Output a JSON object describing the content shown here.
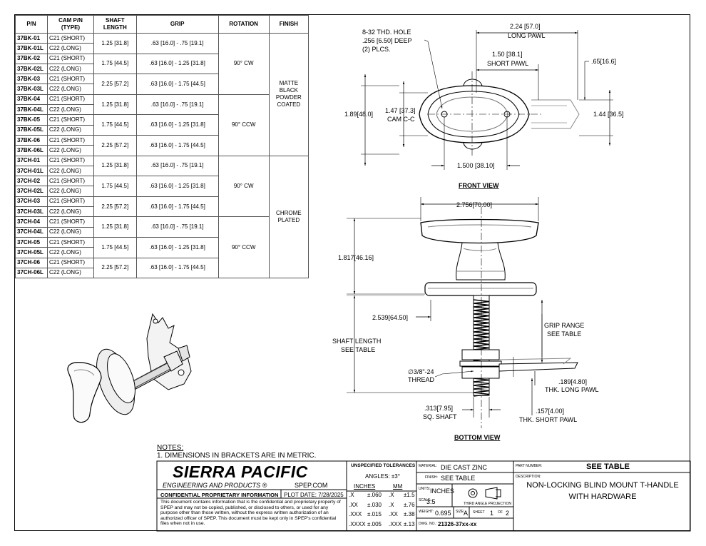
{
  "table": {
    "headers": [
      "P/N",
      "CAM P/N (TYPE)",
      "SHAFT LENGTH",
      "GRIP",
      "ROTATION",
      "FINISH"
    ],
    "rows": [
      [
        "37BK-01",
        "C21 (SHORT)"
      ],
      [
        "37BK-01L",
        "C22 (LONG)"
      ],
      [
        "37BK-02",
        "C21 (SHORT)"
      ],
      [
        "37BK-02L",
        "C22 (LONG)"
      ],
      [
        "37BK-03",
        "C21 (SHORT)"
      ],
      [
        "37BK-03L",
        "C22 (LONG)"
      ],
      [
        "37BK-04",
        "C21 (SHORT)"
      ],
      [
        "37BK-04L",
        "C22 (LONG)"
      ],
      [
        "37BK-05",
        "C21 (SHORT)"
      ],
      [
        "37BK-05L",
        "C22 (LONG)"
      ],
      [
        "37BK-06",
        "C21 (SHORT)"
      ],
      [
        "37BK-06L",
        "C22 (LONG)"
      ],
      [
        "37CH-01",
        "C21 (SHORT)"
      ],
      [
        "37CH-01L",
        "C22 (LONG)"
      ],
      [
        "37CH-02",
        "C21 (SHORT)"
      ],
      [
        "37CH-02L",
        "C22 (LONG)"
      ],
      [
        "37CH-03",
        "C21 (SHORT)"
      ],
      [
        "37CH-03L",
        "C22 (LONG)"
      ],
      [
        "37CH-04",
        "C21 (SHORT)"
      ],
      [
        "37CH-04L",
        "C22 (LONG)"
      ],
      [
        "37CH-05",
        "C21 (SHORT)"
      ],
      [
        "37CH-05L",
        "C22 (LONG)"
      ],
      [
        "37CH-06",
        "C21 (SHORT)"
      ],
      [
        "37CH-06L",
        "C22 (LONG)"
      ]
    ],
    "shaft": [
      "1.25 [31.8]",
      "1.75 [44.5]",
      "2.25 [57.2]",
      "1.25 [31.8]",
      "1.75 [44.5]",
      "2.25 [57.2]",
      "1.25 [31.8]",
      "1.75 [44.5]",
      "2.25 [57.2]",
      "1.25 [31.8]",
      "1.75 [44.5]",
      "2.25 [57.2]"
    ],
    "grip": [
      ".63 [16.0] - .75 [19.1]",
      ".63 [16.0] - 1.25 [31.8]",
      ".63 [16.0] - 1.75 [44.5]",
      ".63 [16.0] - .75 [19.1]",
      ".63 [16.0] - 1.25 [31.8]",
      ".63 [16.0] - 1.75 [44.5]",
      ".63 [16.0] - .75 [19.1]",
      ".63 [16.0] - 1.25 [31.8]",
      ".63 [16.0] - 1.75 [44.5]",
      ".63 [16.0] - .75 [19.1]",
      ".63 [16.0] - 1.25 [31.8]",
      ".63 [16.0] - 1.75 [44.5]"
    ],
    "rotation": [
      "90° CW",
      "90° CCW",
      "90° CW",
      "90° CCW"
    ],
    "finish": [
      [
        "MATTE BLACK",
        "POWDER",
        "COATED"
      ],
      [
        "CHROME",
        "PLATED"
      ]
    ]
  },
  "front_view": {
    "title": "FRONT VIEW",
    "hole_note": [
      "8-32 THD. HOLE",
      ".256 [6.50] DEEP",
      "(2) PLCS."
    ],
    "long_pawl_a": "2.24",
    "long_pawl_b": "[57.0]",
    "long_pawl_label": "LONG PAWL",
    "short_pawl_a": "1.50",
    "short_pawl_b": "[38.1]",
    "short_pawl_label": "SHORT PAWL",
    "pawl_thk": ".65",
    "pawl_thk_mm": "[16.6]",
    "height_a": "1.89",
    "height_b": "[48.0]",
    "cam_a": "1.47",
    "cam_b": "[37.3]",
    "cam_label": "CAM C-C",
    "right_a": "1.44",
    "right_b": "[36.5]",
    "bottom_a": "1.500",
    "bottom_b": "[38.10]"
  },
  "bottom_view": {
    "title": "BOTTOM VIEW",
    "width_a": "2.756",
    "width_b": "[70.00]",
    "height_a": "1.817",
    "height_b": "[46.16]",
    "shaft_a": "2.539",
    "shaft_b": "[64.50]",
    "shaft_length": [
      "SHAFT LENGTH",
      "SEE TABLE"
    ],
    "grip_range": [
      "GRIP RANGE",
      "SEE TABLE"
    ],
    "thread": [
      "∅3/8\"-24",
      "THREAD"
    ],
    "long_thk_a": ".189",
    "long_thk_b": "[4.80]",
    "long_thk_label": "THK. LONG PAWL",
    "sq_a": ".313",
    "sq_b": "[7.95]",
    "sq_label": "SQ. SHAFT",
    "short_thk_a": ".157",
    "short_thk_b": "[4.00]",
    "short_thk_label": "THK. SHORT PAWL"
  },
  "notes": {
    "title": "NOTES:",
    "items": [
      "1.   DIMENSIONS IN BRACKETS ARE IN METRIC."
    ]
  },
  "title_block": {
    "company": "SIERRA PACIFIC",
    "subtitle": "ENGINEERING AND PRODUCTS",
    "website": "SPEP.COM",
    "confidential": "CONFIDENTIAL PROPRIETARY INFORMATION",
    "plot_date": "PLOT DATE:  7/28/2025",
    "disclaimer": "This document contains information that is the confidential and proprietary property of SPEP and may not be copied, published, or disclosed to others, or used for any purpose  other than those written, without the express written authorization of an authorized officer of SPEP. This document must be kept only in SPEP's confidential files when not in use.",
    "tol_title": "UNSPECIFIED TOLERANCES",
    "angles": "ANGLES: ±3°",
    "inches": "INCHES",
    "mm": "MM",
    "tol_rows": [
      [
        ".X",
        "±.060",
        ".X",
        "±1.5"
      ],
      [
        ".XX",
        "±.030",
        ".X",
        "±.76"
      ],
      [
        ".XXX",
        "±.015",
        ".XX",
        "±.38"
      ],
      [
        ".XXXX",
        "±.005",
        ".XXX",
        "±.13"
      ]
    ],
    "material_label": "MATERIAL:",
    "material": "DIE CAST ZINC",
    "finish_label": "FINISH:",
    "finish": "SEE TABLE",
    "units_label": "UNITS:",
    "units": "INCHES",
    "scale_label": "SCALE:",
    "scale": "3:5",
    "projection": "THIRD ANGLE PROJECTION",
    "weight_label": "WEIGHT:",
    "weight": "0.695",
    "size_label": "SIZE:",
    "size": "A",
    "sheet_label": "SHEET",
    "sheet": "1",
    "of": "OF",
    "sheets": "2",
    "dwg_label": "DWG. NO.:",
    "dwg": "21326-37xx-xx",
    "part_label": "PART NUMBER:",
    "part": "SEE TABLE",
    "desc_label": "DESCRIPTION:",
    "desc1": "NON-LOCKING BLIND MOUNT T-HANDLE",
    "desc2": "WITH HARDWARE"
  }
}
